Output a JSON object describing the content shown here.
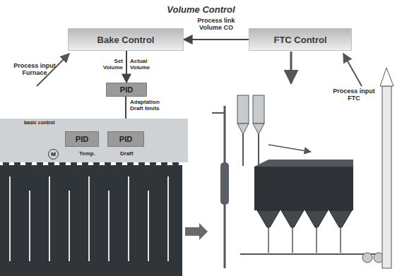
{
  "diagram": {
    "title": "Volume Control",
    "nodes": [
      {
        "text": [
          "Bake Control"
        ]
      },
      {
        "text": [
          "FTC Control"
        ]
      },
      {
        "text": [
          "PID"
        ]
      },
      {
        "text": [
          "basic control"
        ]
      },
      {
        "text": [
          "PID"
        ],
        "in": 3
      },
      {
        "text": [
          "PID"
        ],
        "in": 3
      },
      {
        "text": [
          "M"
        ],
        "in": 3
      }
    ],
    "edges": [
      {
        "from": 1,
        "to": 0,
        "arrow": "to",
        "label": "Process link Volume CO"
      },
      {
        "from": 0,
        "to": 2,
        "arrow": "to"
      },
      {
        "from": 2,
        "to": 5,
        "arrow": "to",
        "label": "Adaptation Draft limits"
      },
      {
        "from": 4,
        "to": 5,
        "arrow": "to"
      }
    ],
    "labels": [
      "Process input Furnace",
      "Process input FTC",
      "Set Volume",
      "Actual Volume",
      "Temp.",
      "Draft"
    ]
  }
}
